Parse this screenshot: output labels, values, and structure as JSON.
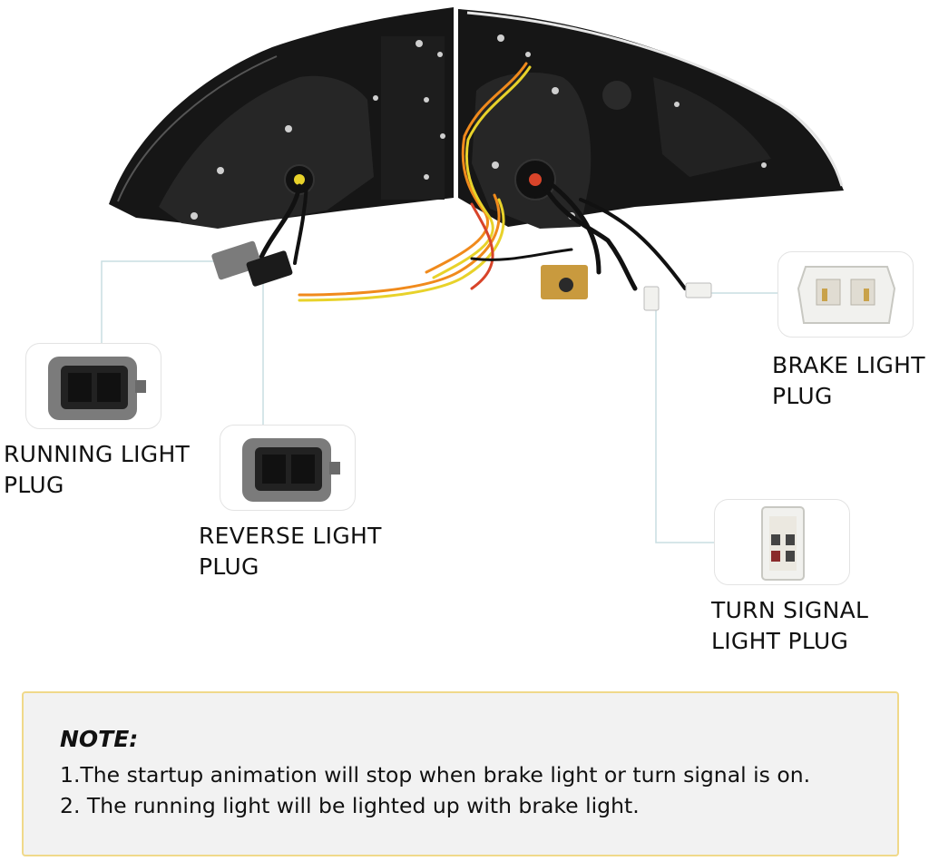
{
  "labels": {
    "running_light_plug": [
      "RUNNING LIGHT",
      "PLUG"
    ],
    "reverse_light_plug": [
      "REVERSE LIGHT",
      "PLUG"
    ],
    "brake_light_plug": [
      "BRAKE LIGHT",
      "PLUG"
    ],
    "turn_signal_light_plug": [
      "TURN SIGNAL",
      "LIGHT PLUG"
    ]
  },
  "note": {
    "title": "NOTE:",
    "lines": [
      "1.The startup animation will stop when brake light or turn signal is on.",
      "2. The running light will be lighted up with brake light."
    ]
  },
  "colors": {
    "housing": "#161616",
    "foam_pad": "#262626",
    "wire_orange": "#f08a1c",
    "wire_yellow": "#e8d22a",
    "wire_red": "#d8442a",
    "plug_gray": "#7b7b7b",
    "plug_white": "#f1f1ee",
    "note_border": "#f0d98a",
    "note_bg": "#f2f2f2",
    "connector_line": "#c9dde2"
  }
}
